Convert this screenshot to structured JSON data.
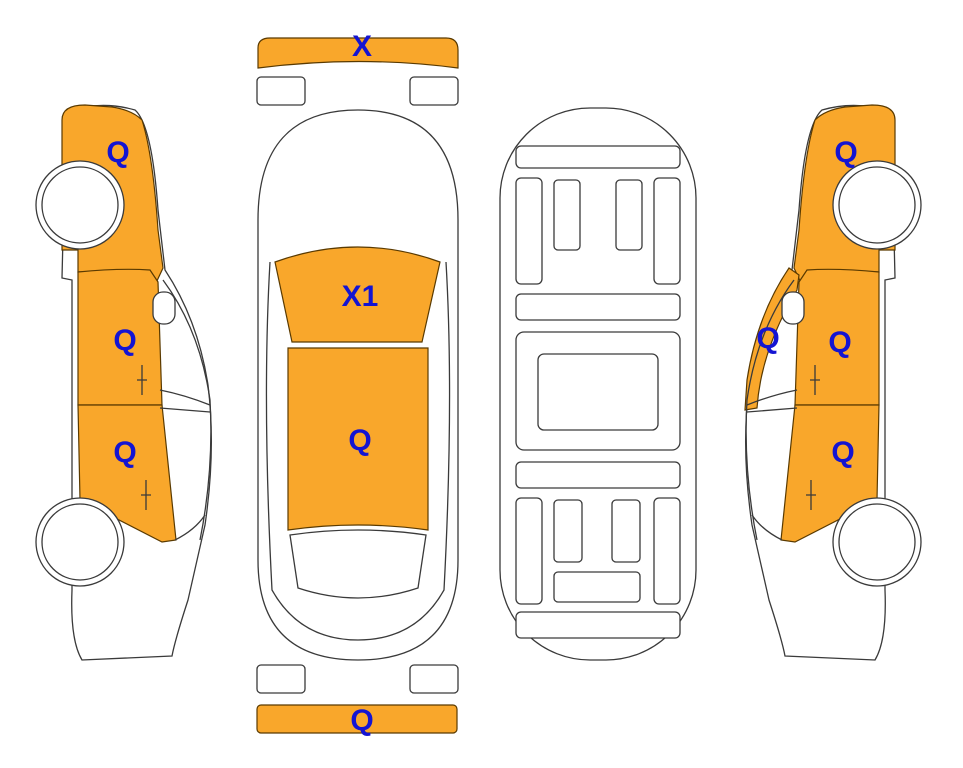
{
  "colors": {
    "damage_fill": "#F9A72B",
    "label": "#1414D2",
    "outline": "#3a3a3a"
  },
  "labels": {
    "front_bumper": "X",
    "windshield": "X1",
    "roof": "Q",
    "rear_bumper": "Q",
    "left_front_fender": "Q",
    "left_front_door": "Q",
    "left_rear_door": "Q",
    "right_front_fender": "Q",
    "right_a_pillar": "Q",
    "right_front_door": "Q",
    "right_rear_door": "Q"
  }
}
